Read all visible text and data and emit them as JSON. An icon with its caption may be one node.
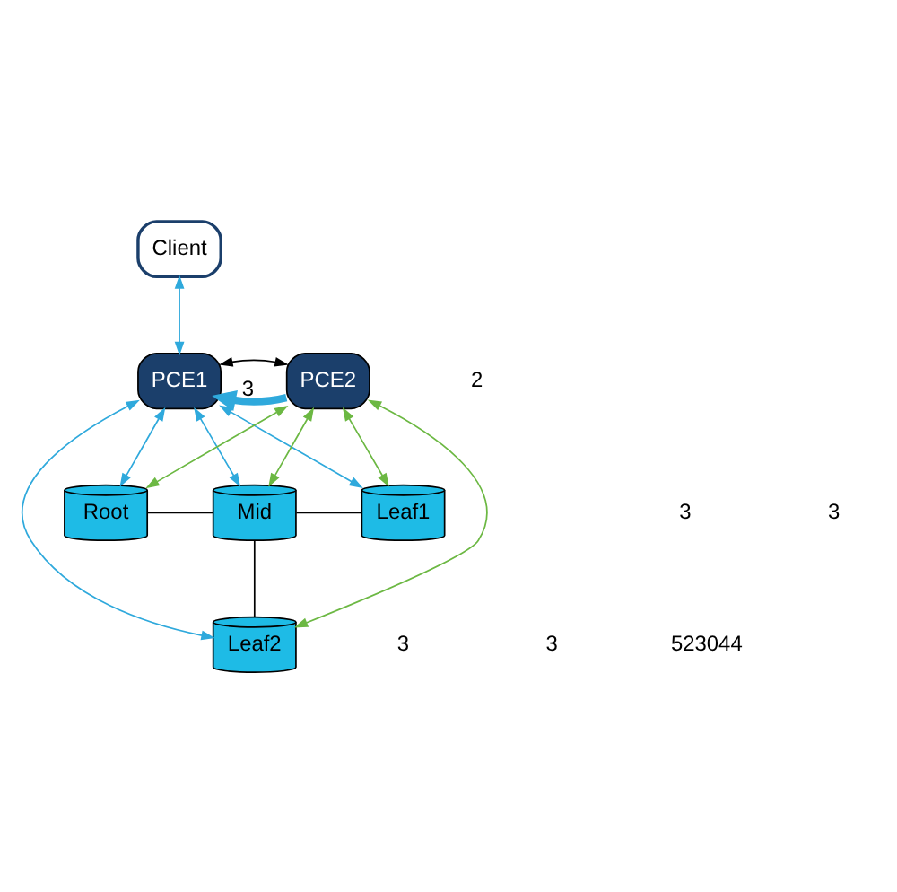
{
  "diagram": {
    "nodes": [
      {
        "text": [
          "Client"
        ]
      },
      {
        "text": [
          "PCE1"
        ]
      },
      {
        "text": [
          "PCE2"
        ]
      },
      {
        "text": [
          "Root"
        ]
      },
      {
        "text": [
          "Mid"
        ]
      },
      {
        "text": [
          "Leaf1"
        ]
      },
      {
        "text": [
          "Leaf2"
        ]
      }
    ],
    "edges": [
      {
        "from": 0,
        "to": 1,
        "arrow": "both"
      },
      {
        "from": 2,
        "to": 1,
        "arrow": "to",
        "label": "3",
        "style": "thick"
      },
      {
        "from": 1,
        "to": 2,
        "arrow": "both",
        "color": "#000000"
      },
      {
        "from": 1,
        "to": 3,
        "arrow": "both"
      },
      {
        "from": 1,
        "to": 4,
        "arrow": "both"
      },
      {
        "from": 1,
        "to": 5,
        "arrow": "both"
      },
      {
        "from": 1,
        "to": 6,
        "arrow": "both"
      },
      {
        "from": 2,
        "to": 3,
        "arrow": "both",
        "color": "#6cb843"
      },
      {
        "from": 2,
        "to": 4,
        "arrow": "both",
        "color": "#6cb843"
      },
      {
        "from": 2,
        "to": 5,
        "arrow": "both",
        "color": "#6cb843"
      },
      {
        "from": 2,
        "to": 6,
        "arrow": "both",
        "color": "#6cb843"
      },
      {
        "from": 3,
        "to": 4,
        "arrow": "none",
        "color": "#000000"
      },
      {
        "from": 4,
        "to": 5,
        "arrow": "none",
        "color": "#000000"
      },
      {
        "from": 4,
        "to": 6,
        "arrow": "none",
        "color": "#000000"
      }
    ],
    "labels": [
      "2",
      "3",
      "3",
      "3",
      "3",
      "523044"
    ]
  }
}
